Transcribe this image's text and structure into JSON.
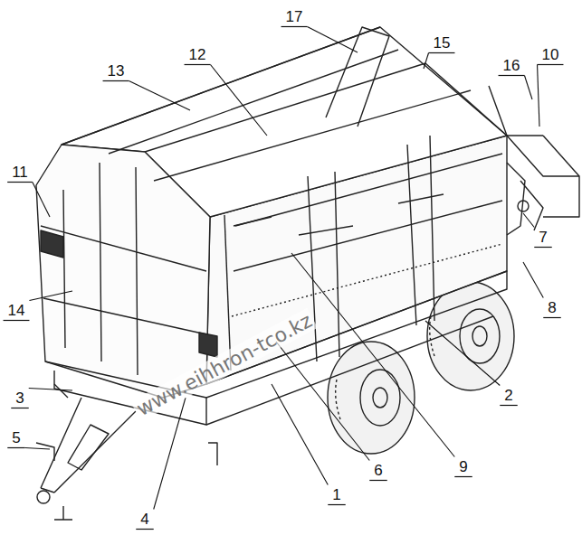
{
  "diagram": {
    "labels": [
      "17",
      "15",
      "12",
      "13",
      "16",
      "10",
      "11",
      "7",
      "14",
      "8",
      "2",
      "3",
      "5",
      "6",
      "9",
      "1",
      "4",
      "www.eihhron-tco.kz"
    ]
  }
}
